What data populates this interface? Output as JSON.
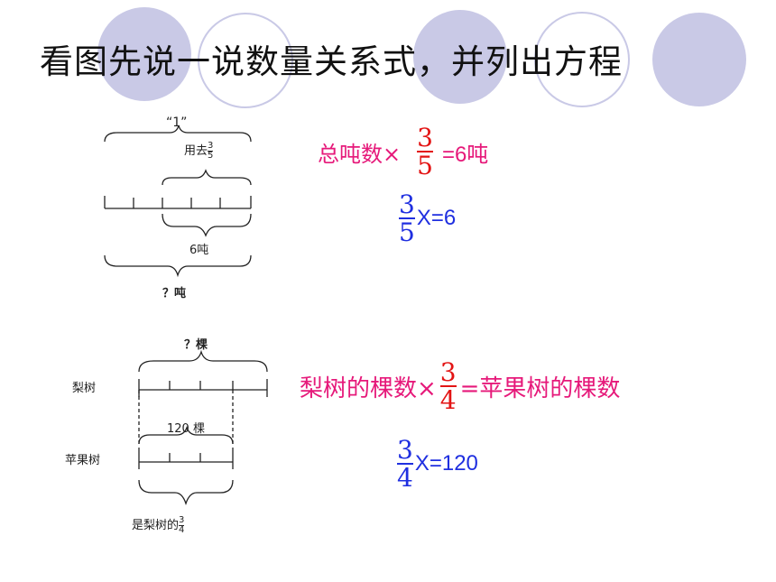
{
  "title": "看图先说一说数量关系式，并列出方程",
  "figure1": {
    "top_label": "“1”",
    "used_label": "用去",
    "used_num": "3",
    "used_den": "5",
    "part_label": "6吨",
    "total_label": "？吨"
  },
  "figure2": {
    "top_label": "？棵",
    "row1_label": "梨树",
    "mid_label": "120 棵",
    "row2_label": "苹果树",
    "bottom_label": "是梨树的",
    "bottom_num": "3",
    "bottom_den": "4"
  },
  "eq1": {
    "relation_prefix": "总吨数×",
    "frac_num": "3",
    "frac_den": "5",
    "relation_suffix": "=6吨",
    "equation_num": "3",
    "equation_den": "5",
    "equation_rest": "X=6"
  },
  "eq2": {
    "relation_prefix": "梨树的棵数×",
    "frac_num": "3",
    "frac_den": "4",
    "relation_suffix": "=苹果树的棵数",
    "equation_num": "3",
    "equation_den": "4",
    "equation_rest": "X=120"
  },
  "colors": {
    "decor_circle": "#c9c9e6",
    "relation_text": "#e6197a",
    "fraction_red": "#e31414",
    "equation_blue": "#1f2fe0"
  }
}
